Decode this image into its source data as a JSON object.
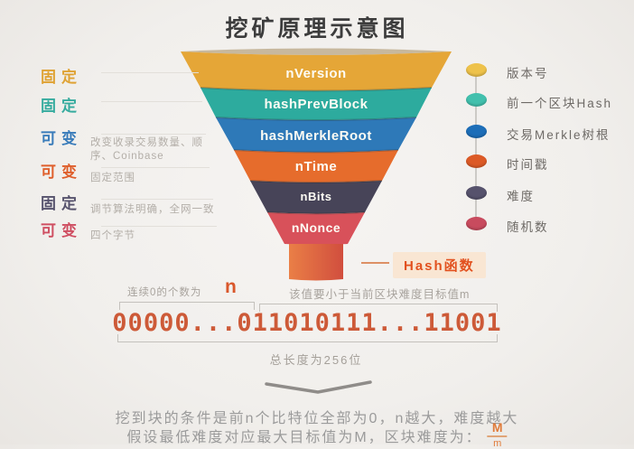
{
  "title": "挖矿原理示意图",
  "funnel": {
    "layers": [
      {
        "label": "nVersion",
        "color": "#e5a637"
      },
      {
        "label": "hashPrevBlock",
        "color": "#2dab9e"
      },
      {
        "label": "hashMerkleRoot",
        "color": "#2e79b8"
      },
      {
        "label": "nTime",
        "color": "#e66c2c"
      },
      {
        "label": "nBits",
        "color": "#474458"
      },
      {
        "label": "nNonce",
        "color": "#d8515a"
      }
    ],
    "stem_color": "#dd5f3a"
  },
  "left_annotations": [
    {
      "label": "固定",
      "color": "#dfa233",
      "note": ""
    },
    {
      "label": "固定",
      "color": "#35ab9e",
      "note": ""
    },
    {
      "label": "可变",
      "color": "#3a7cba",
      "note": "改变收录交易数量、顺序、Coinbase"
    },
    {
      "label": "可变",
      "color": "#df5f2c",
      "note": "固定范围"
    },
    {
      "label": "固定",
      "color": "#56526c",
      "note": "调节算法明确，全网一致"
    },
    {
      "label": "可变",
      "color": "#cf4f62",
      "note": "四个字节"
    }
  ],
  "legend": [
    {
      "label": "版本号",
      "color": "#eec24a"
    },
    {
      "label": "前一个区块Hash",
      "color": "#42c0ad"
    },
    {
      "label": "交易Merkle树根",
      "color": "#1d6eb8"
    },
    {
      "label": "时间戳",
      "color": "#dc5a26"
    },
    {
      "label": "难度",
      "color": "#56526c"
    },
    {
      "label": "随机数",
      "color": "#c84b5e"
    }
  ],
  "hash_callout": "Hash函数",
  "middle": {
    "left_caption_prefix": "连续0的个数为",
    "left_caption_var": "n",
    "right_caption": "该值要小于当前区块难度目标值m",
    "binary": "00000...011010111...11001",
    "length_note": "总长度为256位"
  },
  "footer": {
    "line1": "挖到块的条件是前n个比特位全部为0，n越大，难度越大",
    "line2_prefix": "假设最低难度对应最大目标值为M，区块难度为：",
    "fraction_numerator": "M",
    "fraction_denominator": "m"
  }
}
